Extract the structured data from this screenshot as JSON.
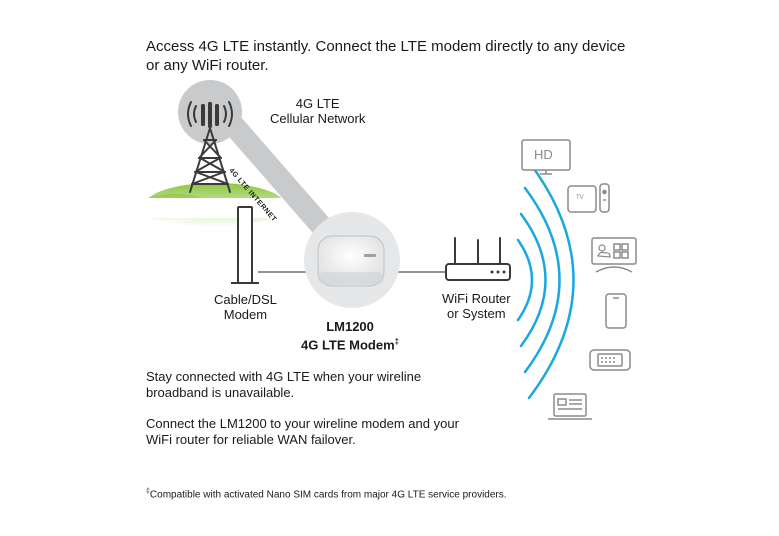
{
  "headline": {
    "line1": "Access 4G LTE instantly. Connect the LTE modem directly to any device",
    "line2": "or any WiFi router."
  },
  "diagram": {
    "tower_label_line1": "4G LTE",
    "tower_label_line2": "Cellular Network",
    "link_label": "4G LTE INTERNET",
    "cable_modem_line1": "Cable/DSL",
    "cable_modem_line2": "Modem",
    "lte_modem_line1": "LM1200",
    "lte_modem_line2": "4G LTE Modem",
    "lte_modem_mark": "‡",
    "wifi_router_line1": "WiFi Router",
    "wifi_router_line2": "or System",
    "tv_hd_label": "HD",
    "streamer_label": "TV"
  },
  "body": {
    "para1_line1": "Stay connected with 4G LTE when your wireline",
    "para1_line2": "broadband is unavailable.",
    "para2_line1": "Connect the LM1200 to your wireline modem and your",
    "para2_line2": "WiFi router for reliable WAN failover."
  },
  "footnote": {
    "mark": "‡",
    "text": "Compatible with activated Nano SIM cards from major 4G LTE service providers."
  },
  "colors": {
    "wave_blue": "#1ba8e0",
    "hill_green": "#8cc63f",
    "link_gray": "#c8cacc",
    "icon_gray": "#8a8a8a"
  }
}
